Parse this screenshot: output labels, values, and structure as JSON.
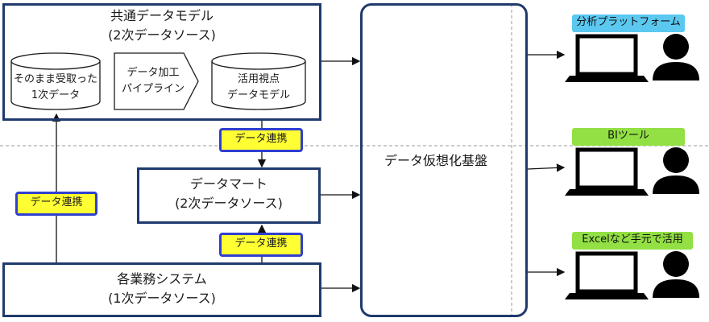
{
  "common_model": {
    "title": "共通データモデル",
    "subtitle": "(2次データソース)",
    "raw_db": {
      "line1": "そのまま受取った",
      "line2": "1次データ"
    },
    "pipeline": {
      "line1": "データ加工",
      "line2": "パイプライン"
    },
    "analytic_db": {
      "line1": "活用視点",
      "line2": "データモデル"
    }
  },
  "datamart": {
    "title": "データマート",
    "subtitle": "(2次データソース)"
  },
  "systems": {
    "title": "各業務システム",
    "subtitle": "(1次データソース)"
  },
  "link_labels": {
    "left": "データ連携",
    "top": "データ連携",
    "bottom": "データ連携"
  },
  "virtualization": {
    "label": "データ仮想化基盤"
  },
  "consumers": [
    {
      "label": "分析プラットフォーム",
      "color": "#5bc8f0"
    },
    {
      "label": "BIツール",
      "color": "#92e043"
    },
    {
      "label": "Excelなど手元で活用",
      "color": "#92e043"
    }
  ],
  "colors": {
    "box_border": "#1f3a6e",
    "link_label_fill": "#ffff33",
    "link_label_border": "#2f3fd0"
  }
}
